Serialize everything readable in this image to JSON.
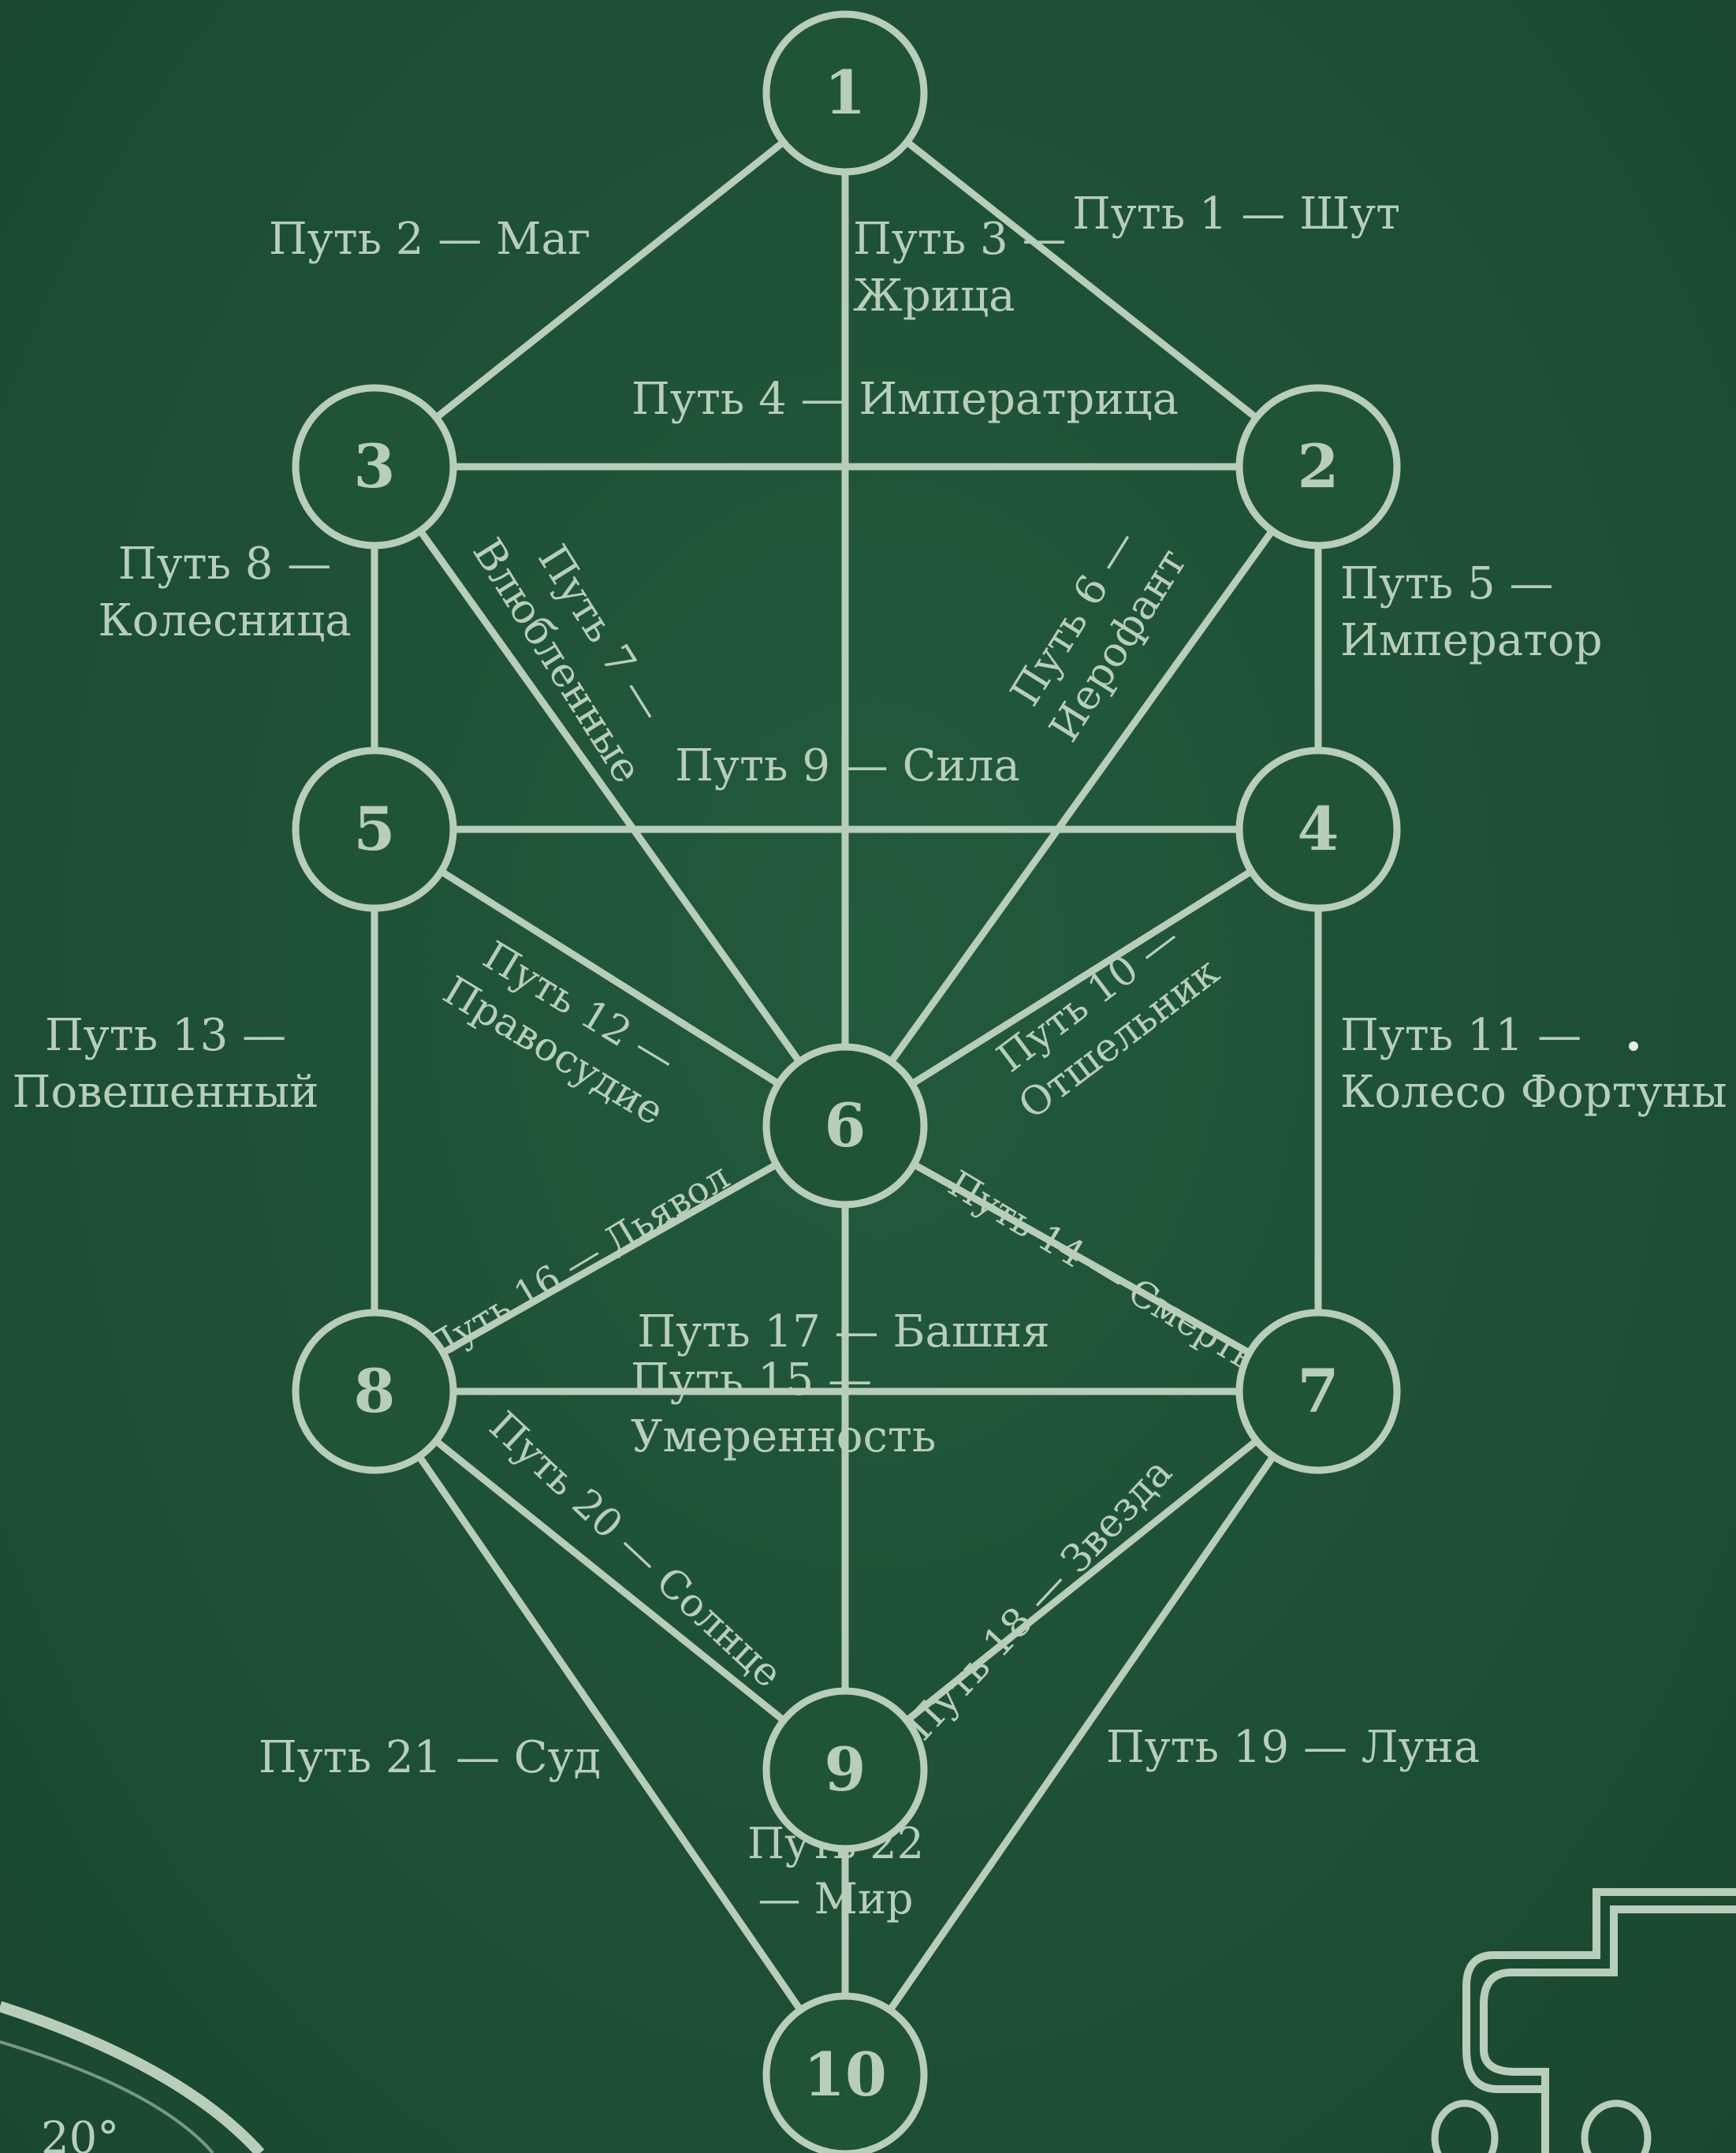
{
  "nodes": [
    {
      "id": "1",
      "label": "1"
    },
    {
      "id": "2",
      "label": "2"
    },
    {
      "id": "3",
      "label": "3"
    },
    {
      "id": "4",
      "label": "4"
    },
    {
      "id": "5",
      "label": "5"
    },
    {
      "id": "6",
      "label": "6"
    },
    {
      "id": "7",
      "label": "7"
    },
    {
      "id": "8",
      "label": "8"
    },
    {
      "id": "9",
      "label": "9"
    },
    {
      "id": "10",
      "label": "10"
    }
  ],
  "paths": [
    {
      "id": 1,
      "from": "1",
      "to": "2",
      "lines": [
        "Путь 1 — Шут"
      ]
    },
    {
      "id": 2,
      "from": "1",
      "to": "3",
      "lines": [
        "Путь 2 — Маг"
      ]
    },
    {
      "id": 3,
      "from": "1",
      "to": "6",
      "lines": [
        "Путь 3 —",
        "Жрица"
      ]
    },
    {
      "id": 4,
      "from": "2",
      "to": "3",
      "lines": [
        "Путь 4 — Императрица"
      ]
    },
    {
      "id": 5,
      "from": "2",
      "to": "4",
      "lines": [
        "Путь 5 —",
        "Император"
      ]
    },
    {
      "id": 6,
      "from": "2",
      "to": "6",
      "lines": [
        "Путь 6 —",
        "Иерофант"
      ]
    },
    {
      "id": 7,
      "from": "3",
      "to": "6",
      "lines": [
        "Путь 7 —",
        "Влюбленные"
      ]
    },
    {
      "id": 8,
      "from": "3",
      "to": "5",
      "lines": [
        "Путь 8 —",
        "Колесница"
      ]
    },
    {
      "id": 9,
      "from": "4",
      "to": "5",
      "lines": [
        "Путь 9 — Сила"
      ]
    },
    {
      "id": 10,
      "from": "4",
      "to": "6",
      "lines": [
        "Путь 10 —",
        "Отшельник"
      ]
    },
    {
      "id": 11,
      "from": "4",
      "to": "7",
      "lines": [
        "Путь 11 —",
        "Колесо Фортуны"
      ]
    },
    {
      "id": 12,
      "from": "5",
      "to": "6",
      "lines": [
        "Путь 12 —",
        "Правосудие"
      ]
    },
    {
      "id": 13,
      "from": "5",
      "to": "8",
      "lines": [
        "Путь 13 —",
        "Повешенный"
      ]
    },
    {
      "id": 14,
      "from": "6",
      "to": "7",
      "lines": [
        "Путь 14 — Смерть"
      ]
    },
    {
      "id": 15,
      "from": "6",
      "to": "9",
      "lines": [
        "Путь 15 —",
        "Умеренность"
      ]
    },
    {
      "id": 16,
      "from": "6",
      "to": "8",
      "lines": [
        "Путь 16 — Дьявол"
      ]
    },
    {
      "id": 17,
      "from": "7",
      "to": "8",
      "lines": [
        "Путь 17 — Башня"
      ]
    },
    {
      "id": 18,
      "from": "7",
      "to": "9",
      "lines": [
        "Путь 18 — Звезда"
      ]
    },
    {
      "id": 19,
      "from": "7",
      "to": "10",
      "lines": [
        "Путь 19 — Луна"
      ]
    },
    {
      "id": 20,
      "from": "8",
      "to": "9",
      "lines": [
        "Путь 20 — Солнце"
      ]
    },
    {
      "id": 21,
      "from": "8",
      "to": "10",
      "lines": [
        "Путь 21 — Суд"
      ]
    },
    {
      "id": 22,
      "from": "9",
      "to": "10",
      "lines": [
        "Путь 22",
        "— Мир"
      ]
    }
  ],
  "corner_label": "20°",
  "colors": {
    "background": "#1e5238",
    "ink": "#b9cdbb",
    "node_fill": "#1f5439"
  }
}
